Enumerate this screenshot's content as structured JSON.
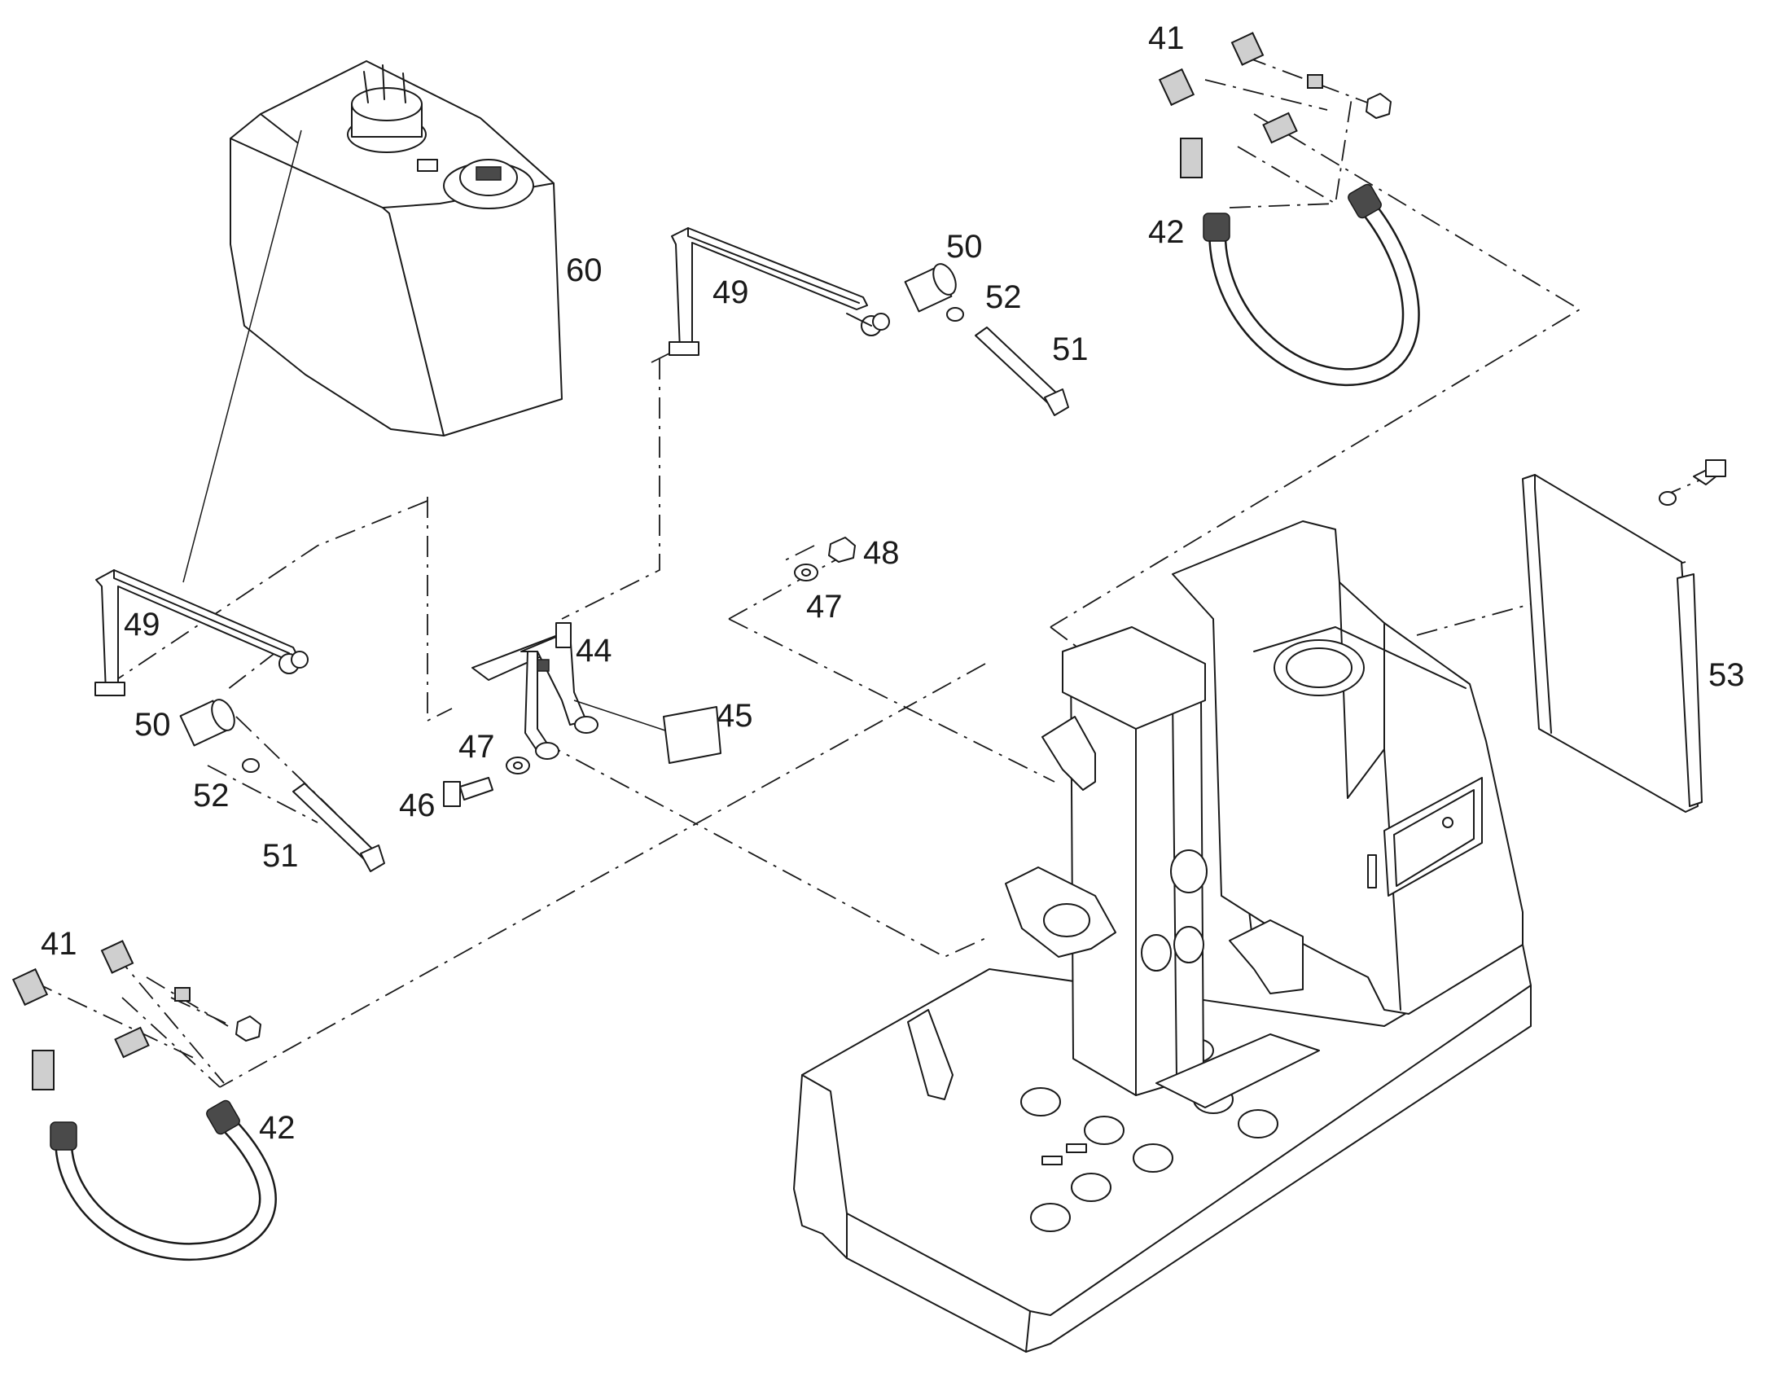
{
  "diagram": {
    "callouts": [
      {
        "id": "c41a",
        "label": "41"
      },
      {
        "id": "c42a",
        "label": "42"
      },
      {
        "id": "c60",
        "label": "60"
      },
      {
        "id": "c50a",
        "label": "50"
      },
      {
        "id": "c52a",
        "label": "52"
      },
      {
        "id": "c49a",
        "label": "49"
      },
      {
        "id": "c51a",
        "label": "51"
      },
      {
        "id": "c48",
        "label": "48"
      },
      {
        "id": "c47a",
        "label": "47"
      },
      {
        "id": "c49b",
        "label": "49"
      },
      {
        "id": "c44",
        "label": "44"
      },
      {
        "id": "c45",
        "label": "45"
      },
      {
        "id": "c50b",
        "label": "50"
      },
      {
        "id": "c47b",
        "label": "47"
      },
      {
        "id": "c52b",
        "label": "52"
      },
      {
        "id": "c46",
        "label": "46"
      },
      {
        "id": "c51b",
        "label": "51"
      },
      {
        "id": "c53",
        "label": "53"
      },
      {
        "id": "c41b",
        "label": "41"
      },
      {
        "id": "c42b",
        "label": "42"
      }
    ]
  }
}
